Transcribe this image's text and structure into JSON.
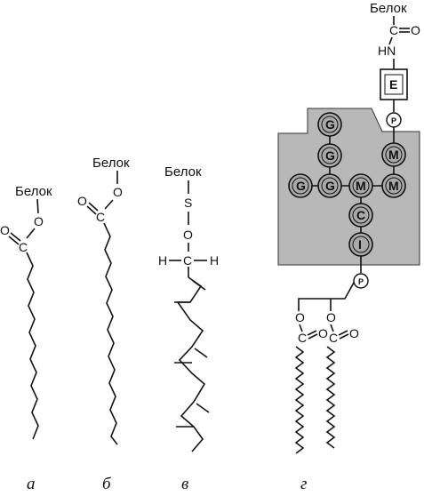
{
  "protein_label": "Белок",
  "atoms": {
    "oxygen": "O",
    "carbon": "C",
    "sulfur": "S",
    "hydrogen": "H",
    "amide_n": "HN",
    "ethanolamine": "E",
    "phosphate": "P"
  },
  "sugars": {
    "glucosamine": "G",
    "mannose": "M",
    "cyclitol": "C",
    "inositol": "I"
  },
  "captions": [
    "а",
    "б",
    "в",
    "г"
  ]
}
